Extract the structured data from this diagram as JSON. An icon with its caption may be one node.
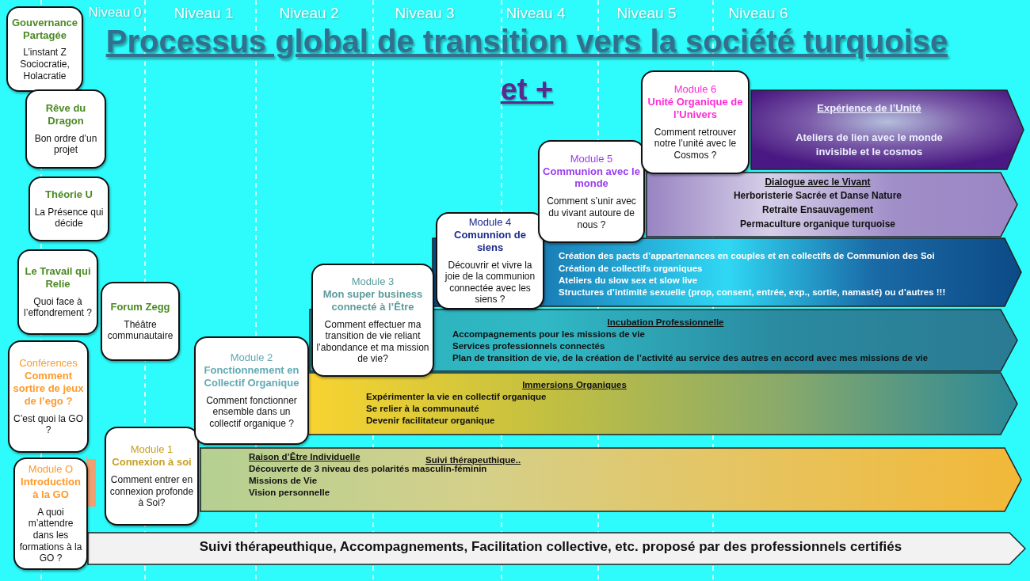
{
  "diagram": {
    "title": "Processus global de transition vers la société turquoise",
    "nodes": [
      {
        "text": [
          "Gouvernance Partagée",
          "L’instant Z Sociocratie, Holacratie"
        ]
      },
      {
        "text": [
          "Rêve du Dragon",
          "Bon ordre d’un projet"
        ]
      },
      {
        "text": [
          "Théorie U",
          "La Présence qui décide"
        ]
      },
      {
        "text": [
          "Le Travail qui Relie",
          "Quoi face à l’effondrement ?"
        ]
      },
      {
        "text": [
          "Forum Zegg",
          "Théâtre communautaire"
        ]
      },
      {
        "text": [
          "Conférences",
          "Comment sortire de jeux de l’ego ?",
          "C’est quoi la GO ?"
        ]
      },
      {
        "text": [
          "Module O",
          "Introduction à la GO",
          "A quoi m’attendre dans les formations à la GO ?"
        ]
      },
      {
        "text": [
          "Module 1",
          "Connexion à soi",
          "Comment entrer en connexion profonde à Soi?"
        ]
      },
      {
        "text": [
          "Module 2",
          "Fonctionnement en Collectif Organique",
          "Comment fonctionner ensemble dans un collectif organique ?"
        ]
      },
      {
        "text": [
          "Module 3",
          "Mon super business connecté à l’Être",
          "Comment effectuer ma transition de vie reliant l’abondance et ma mission de vie?"
        ]
      },
      {
        "text": [
          "Module 4",
          "Comunnion de siens",
          "Découvrir et vivre la joie de la communion connectée avec les siens ?"
        ]
      },
      {
        "text": [
          "Module 5",
          "Communion avec le monde",
          "Comment s’unir avec du vivant autoure de nous ?"
        ]
      },
      {
        "text": [
          "Module 6",
          "Unité Organique de l’Univers",
          "Comment retrouver notre l’unité avec le Cosmos ?"
        ]
      },
      {
        "text": [
          "Expérience de l’Unité",
          "Ateliers de lien avec le monde invisible et le cosmos"
        ]
      },
      {
        "text": [
          "Dialogue avec le Vivant",
          "Herboristerie Sacrée et Danse Nature",
          "Retraite Ensauvagement",
          "Permaculture organique turquoise"
        ]
      },
      {
        "text": [
          "Création des pacts d’appartenances en couples et en collectifs de Communion des Soi",
          "Création de collectifs organiques",
          "Ateliers du slow sex et slow live",
          "Structures d’intimité sexuelle (prop, consent, entrée, exp., sortie, namasté) ou d’autres !!!"
        ]
      },
      {
        "text": [
          "Incubation Professionnelle",
          "Accompagnements pour les missions de vie",
          "Services professionnels connectés",
          "Plan de transition de vie, de la création de l’activité au service des autres en accord avec mes missions de vie"
        ]
      },
      {
        "text": [
          "Immersions Organiques",
          "Expérimenter la vie en collectif organique",
          "Se relier à la communauté",
          "Devenir facilitateur organique"
        ]
      },
      {
        "text": [
          "Raison d’Être Individuelle",
          "Découverte de 3 niveau des polarités masculin-féminin",
          "Missions de Vie",
          "Vision personnelle",
          "Suivi thérapeuthique.."
        ]
      },
      {
        "text": [
          "Suivi thérapeuthique, Accompagnements, Facilitation collective,  etc. proposé par des professionnels certifiés"
        ]
      }
    ],
    "edges": [
      {
        "from": 6,
        "to": 7,
        "arrow": "to"
      }
    ],
    "labels": [
      "Niveau 0",
      "Niveau 1",
      "Niveau 2",
      "Niveau 3",
      "Niveau 4",
      "Niveau 5",
      "Niveau 6",
      "et +"
    ]
  }
}
